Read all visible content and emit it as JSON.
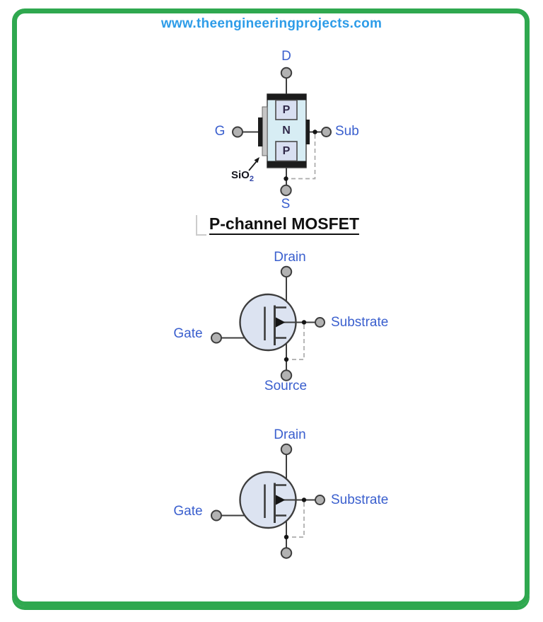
{
  "header": {
    "url": "www.theengineeringprojects.com"
  },
  "title": {
    "text": "P-channel MOSFET"
  },
  "structure": {
    "drain": "D",
    "gate": "G",
    "substrate": "Sub",
    "source": "S",
    "region_top": "P",
    "region_mid": "N",
    "region_bottom": "P",
    "oxide": "SiO",
    "oxide_sub": "2"
  },
  "symbol1": {
    "drain": "Drain",
    "gate": "Gate",
    "substrate": "Substrate",
    "source": "Source"
  },
  "symbol2": {
    "drain": "Drain",
    "gate": "Gate",
    "substrate": "Substrate"
  },
  "colors": {
    "border_green": "#2fa84f",
    "header_blue": "#2d9ce8",
    "label_blue": "#3a5fce",
    "line_dark": "#3d3d3d",
    "terminal_gray": "#b2b2b2",
    "dash_gray": "#ababab",
    "body_cyan": "#d7edf4",
    "region_lavender": "#d8dff1",
    "symbol_fill": "#dce3f1",
    "region_text": "#312a4a",
    "oxide_sub_blue": "#3246a8"
  }
}
